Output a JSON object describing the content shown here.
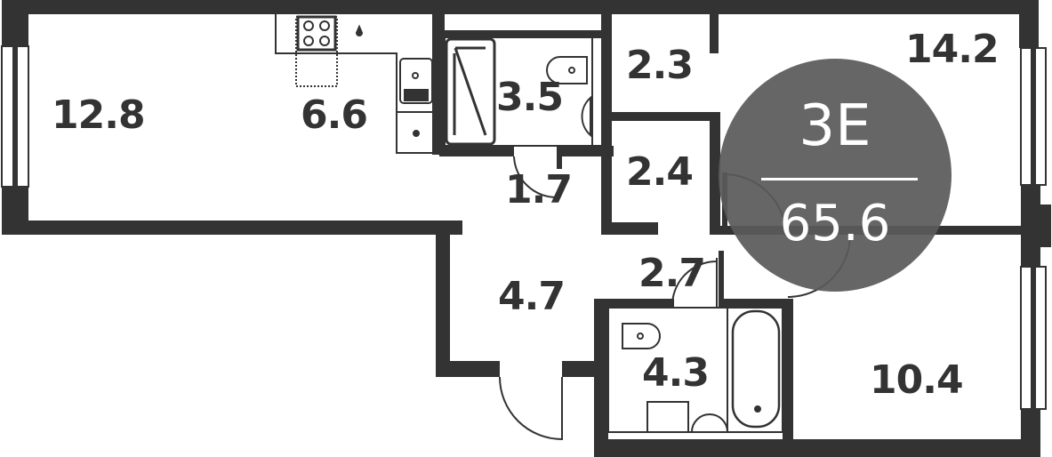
{
  "plan": {
    "apartment_type": "3E",
    "total_area": "65.6",
    "colors": {
      "wall": "#333333",
      "badge": "#5a5a5a",
      "badge_text": "#ffffff",
      "background": "#ffffff"
    },
    "rooms": [
      {
        "id": "living-room",
        "area": "12.8"
      },
      {
        "id": "kitchen",
        "area": "6.6"
      },
      {
        "id": "bathroom-1",
        "area": "3.5"
      },
      {
        "id": "corridor-1",
        "area": "1.7"
      },
      {
        "id": "storage-1",
        "area": "2.3"
      },
      {
        "id": "storage-2",
        "area": "2.4"
      },
      {
        "id": "bedroom-1",
        "area": "14.2"
      },
      {
        "id": "entrance-hall",
        "area": "4.7"
      },
      {
        "id": "corridor-2",
        "area": "2.7"
      },
      {
        "id": "bathroom-2",
        "area": "4.3"
      },
      {
        "id": "bedroom-2",
        "area": "10.4"
      }
    ]
  }
}
